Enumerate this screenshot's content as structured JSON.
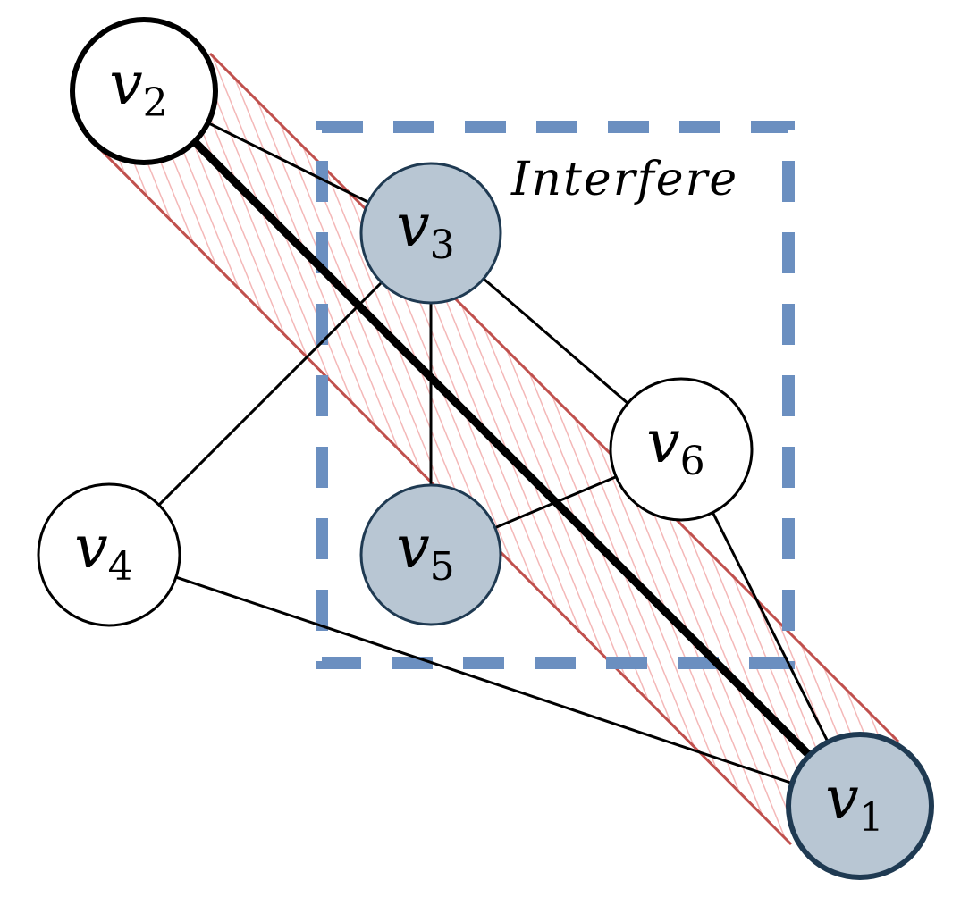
{
  "diagram": {
    "region_label": "Interfere",
    "nodes": [
      {
        "id": "v1",
        "base": "v",
        "sub": "1",
        "highlighted": true
      },
      {
        "id": "v2",
        "base": "v",
        "sub": "2",
        "highlighted": false
      },
      {
        "id": "v3",
        "base": "v",
        "sub": "3",
        "highlighted": true
      },
      {
        "id": "v4",
        "base": "v",
        "sub": "4",
        "highlighted": false
      },
      {
        "id": "v5",
        "base": "v",
        "sub": "5",
        "highlighted": true
      },
      {
        "id": "v6",
        "base": "v",
        "sub": "6",
        "highlighted": false
      }
    ],
    "edges": [
      [
        "v2",
        "v3"
      ],
      [
        "v3",
        "v5"
      ],
      [
        "v3",
        "v6"
      ],
      [
        "v3",
        "v4"
      ],
      [
        "v5",
        "v6"
      ],
      [
        "v6",
        "v1"
      ],
      [
        "v4",
        "v1"
      ]
    ],
    "bold_edge": [
      "v2",
      "v1"
    ],
    "colors": {
      "highlight_fill": "#b8c6d3",
      "highlight_stroke": "#1f3a52",
      "region_stroke": "#6b8fc0",
      "hatch_stroke": "#f4b8b8",
      "hatch_border": "#c0504d"
    }
  }
}
